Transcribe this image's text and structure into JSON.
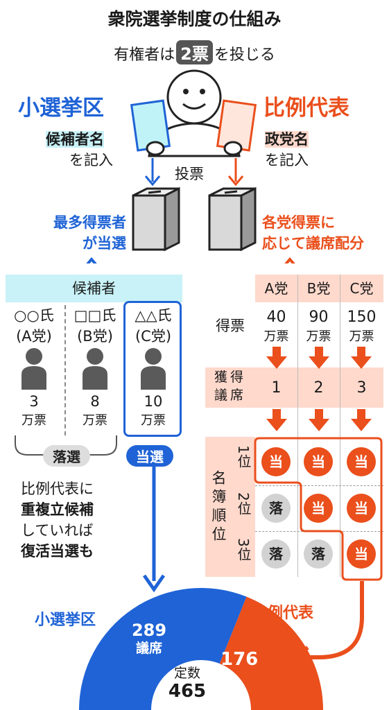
{
  "title": "衆院選挙制度の仕組み",
  "subtitle": {
    "pre": "有権者は",
    "box": "2票",
    "post": "を投じる"
  },
  "left": {
    "header": "小選挙区",
    "write_line1": "候補者名",
    "write_line2": "を記入",
    "result_line1": "最多得票者",
    "result_line2": "が当選",
    "candidates_header": "候補者",
    "candidates": [
      {
        "name": "○○氏",
        "party": "(A党)",
        "votes": "3",
        "unit": "万票"
      },
      {
        "name": "□□氏",
        "party": "(B党)",
        "votes": "8",
        "unit": "万票"
      },
      {
        "name": "△△氏",
        "party": "(C党)",
        "votes": "10",
        "unit": "万票"
      }
    ],
    "lose_label": "落選",
    "win_label": "当選",
    "revival_lines": [
      "比例代表に",
      "重複立候補",
      "していれば",
      "復活当選も"
    ]
  },
  "vote_label": "投票",
  "right": {
    "header": "比例代表",
    "write_line1": "政党名",
    "write_line2": "を記入",
    "result_line1": "各党得票に",
    "result_line2": "応じて議席配分",
    "parties": [
      "A党",
      "B党",
      "C党"
    ],
    "votes_label": "得票",
    "votes": [
      "40",
      "90",
      "150"
    ],
    "votes_unit": "万票",
    "seats_label": "獲得議席",
    "seats": [
      "1",
      "2",
      "3"
    ],
    "rank_label": "名簿順位",
    "ranks": [
      "1位",
      "2位",
      "3位"
    ],
    "win_mark": "当",
    "lose_mark": "落",
    "matrix": [
      [
        "当",
        "当",
        "当"
      ],
      [
        "落",
        "当",
        "当"
      ],
      [
        "落",
        "落",
        "当"
      ]
    ]
  },
  "summary": {
    "left_label": "小選挙区",
    "right_label": "比例代表",
    "smd_seats": "289",
    "smd_unit": "議席",
    "pr_seats": "176",
    "total_label": "定数",
    "total": "465"
  },
  "colors": {
    "blue": "#1f63d6",
    "orange": "#ea4f1c",
    "light_blue": "#c8f2f7",
    "light_orange": "#ffd9cc"
  }
}
